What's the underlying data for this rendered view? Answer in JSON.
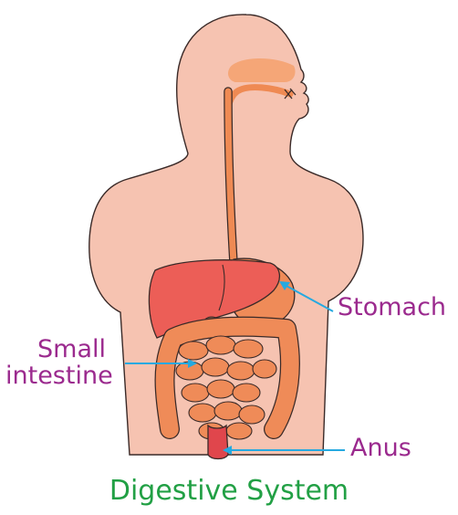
{
  "labels": {
    "stomach": "Stomach",
    "small_intestine_line1": "Small",
    "small_intestine_line2": "intestine",
    "anus": "Anus"
  },
  "caption": "Digestive System",
  "colors": {
    "skin": "#f6c3b1",
    "nasal": "#f5a677",
    "tract": "#ef8a53",
    "liver": "#ec5e57",
    "intestine": "#ef8b58",
    "rectum": "#e0464c",
    "pointer": "#26a9e0",
    "label_text": "#9b2a8e",
    "caption_text": "#22a045"
  }
}
